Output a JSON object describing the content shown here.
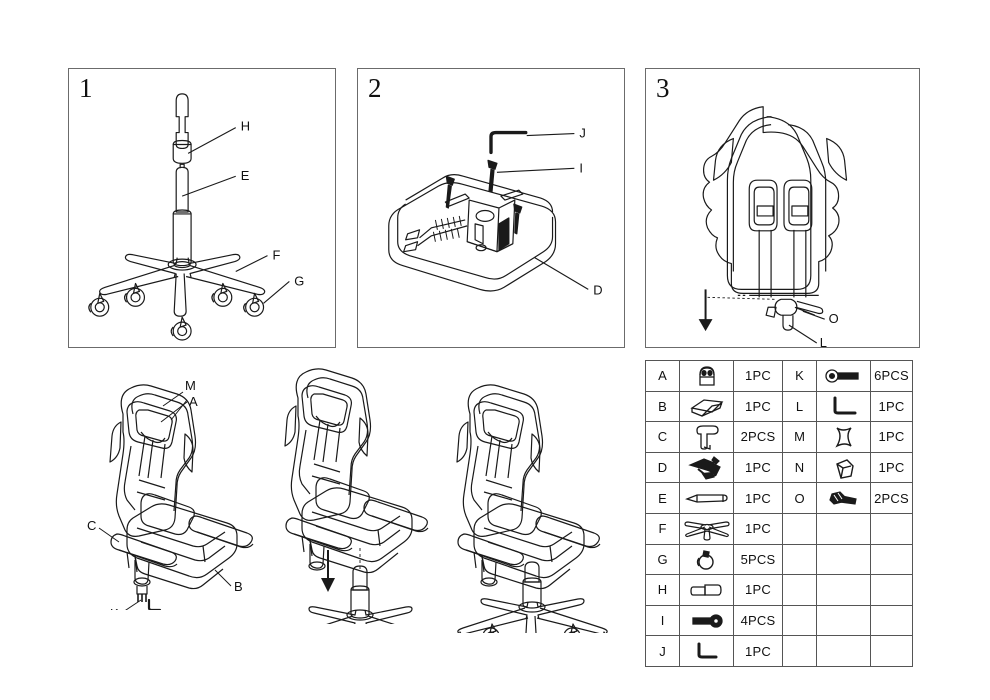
{
  "document": {
    "type": "furniture-assembly-instructions",
    "product": "gaming chair",
    "background_color": "#ffffff",
    "line_color": "#1a1a1a",
    "border_color": "#6b6b6b"
  },
  "steps": [
    {
      "number": "1",
      "name": "attach-casters-and-gas-cylinder-to-base",
      "callouts": [
        {
          "label": "H",
          "part": "gas cylinder cover"
        },
        {
          "label": "E",
          "part": "gas lift cylinder"
        },
        {
          "label": "F",
          "part": "five-star base"
        },
        {
          "label": "G",
          "part": "caster wheel"
        }
      ]
    },
    {
      "number": "2",
      "name": "attach-tilt-mechanism-to-seat",
      "callouts": [
        {
          "label": "J",
          "part": "allen key"
        },
        {
          "label": "I",
          "part": "bolt"
        },
        {
          "label": "D",
          "part": "seat cushion"
        }
      ]
    },
    {
      "number": "3",
      "name": "attach-backrest-hardware",
      "callouts": [
        {
          "label": "O",
          "part": "bolt"
        },
        {
          "label": "L",
          "part": "allen wrench"
        }
      ]
    }
  ],
  "illustrations": [
    {
      "name": "chair-backrest-and-armrest-assembly",
      "callouts": [
        "M",
        "A",
        "C",
        "K",
        "L",
        "B"
      ]
    },
    {
      "name": "seat-onto-base-assembly",
      "callouts": []
    },
    {
      "name": "completed-chair",
      "callouts": []
    }
  ],
  "parts_table": {
    "name": "parts-list",
    "left_rows": [
      {
        "letter": "A",
        "icon": "headrest-cushion-icon",
        "qty": "1PC"
      },
      {
        "letter": "B",
        "icon": "seat-cushion-icon",
        "qty": "1PC"
      },
      {
        "letter": "C",
        "icon": "armrest-icon",
        "qty": "2PCS"
      },
      {
        "letter": "D",
        "icon": "tilt-mechanism-icon",
        "qty": "1PC"
      },
      {
        "letter": "E",
        "icon": "gas-cylinder-icon",
        "qty": "1PC"
      },
      {
        "letter": "F",
        "icon": "five-star-base-icon",
        "qty": "1PC"
      },
      {
        "letter": "G",
        "icon": "caster-wheel-icon",
        "qty": "5PCS"
      },
      {
        "letter": "H",
        "icon": "cylinder-cover-icon",
        "qty": "1PC"
      },
      {
        "letter": "I",
        "icon": "bolt-icon",
        "qty": "4PCS"
      },
      {
        "letter": "J",
        "icon": "allen-key-icon",
        "qty": "1PC"
      }
    ],
    "right_rows": [
      {
        "letter": "K",
        "icon": "screw-icon",
        "qty": "6PCS"
      },
      {
        "letter": "L",
        "icon": "allen-wrench-icon",
        "qty": "1PC"
      },
      {
        "letter": "M",
        "icon": "lumbar-pillow-icon",
        "qty": "1PC"
      },
      {
        "letter": "N",
        "icon": "sleeve-icon",
        "qty": "1PC"
      },
      {
        "letter": "O",
        "icon": "bolt-short-icon",
        "qty": "2PCS"
      },
      {
        "letter": "",
        "icon": "",
        "qty": ""
      },
      {
        "letter": "",
        "icon": "",
        "qty": ""
      },
      {
        "letter": "",
        "icon": "",
        "qty": ""
      },
      {
        "letter": "",
        "icon": "",
        "qty": ""
      },
      {
        "letter": "",
        "icon": "",
        "qty": ""
      }
    ]
  }
}
